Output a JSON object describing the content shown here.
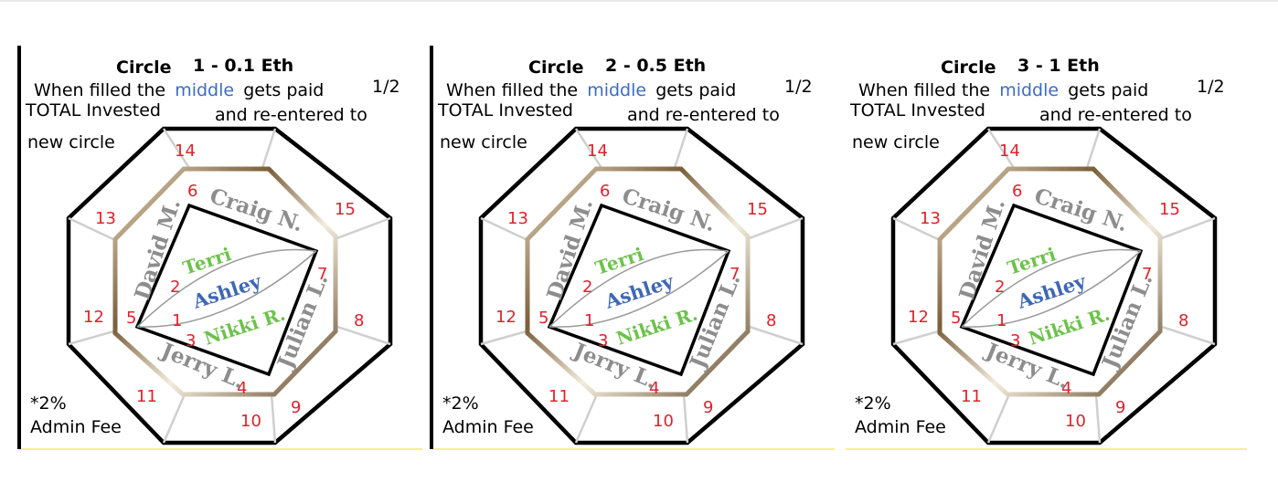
{
  "panels": [
    {
      "circle_word": "Circle",
      "amount": "1 - 0.1 Eth",
      "line1_start": "When filled the",
      "line1_highlight": "middle",
      "line1_end": "gets paid",
      "fraction": "1/2",
      "line2_left": "TOTAL Invested",
      "line2_right": "and re-entered to",
      "line3": "new circle",
      "fee_pct": "*2%",
      "fee_label": "Admin Fee"
    },
    {
      "circle_word": "Circle",
      "amount": "2 - 0.5 Eth",
      "line1_start": "When filled the",
      "line1_highlight": "middle",
      "line1_end": "gets paid",
      "fraction": "1/2",
      "line2_left": "TOTAL Invested",
      "line2_right": "and re-entered to",
      "line3": "new circle",
      "fee_pct": "*2%",
      "fee_label": "Admin Fee"
    },
    {
      "circle_word": "Circle",
      "amount": "3 - 1 Eth",
      "line1_start": "When filled the",
      "line1_highlight": "middle",
      "line1_end": "gets paid",
      "fraction": "1/2",
      "line2_left": "TOTAL Invested",
      "line2_right": "and re-entered to",
      "line3": "new circle",
      "fee_pct": "*2%",
      "fee_label": "Admin Fee"
    }
  ],
  "positions": [
    "1",
    "2",
    "3",
    "4",
    "5",
    "6",
    "7",
    "8",
    "9",
    "10",
    "11",
    "12",
    "13",
    "14",
    "15"
  ],
  "names": {
    "top": "Craig N.",
    "left": "David M.",
    "right": "Julian L.",
    "bottom": "Jerry L.",
    "center_top": "Terri",
    "center_mid": "Ashley",
    "center_bottom": "Nikki R."
  },
  "colors": {
    "number": "#e3202a",
    "gray_name": "#8d8d8d",
    "green_name": "#6cc24a",
    "blue_name": "#3e67b6",
    "highlight": "#3d6cc4",
    "inner_ring": "#8b6f47",
    "baseline": "#f2ec6a"
  }
}
